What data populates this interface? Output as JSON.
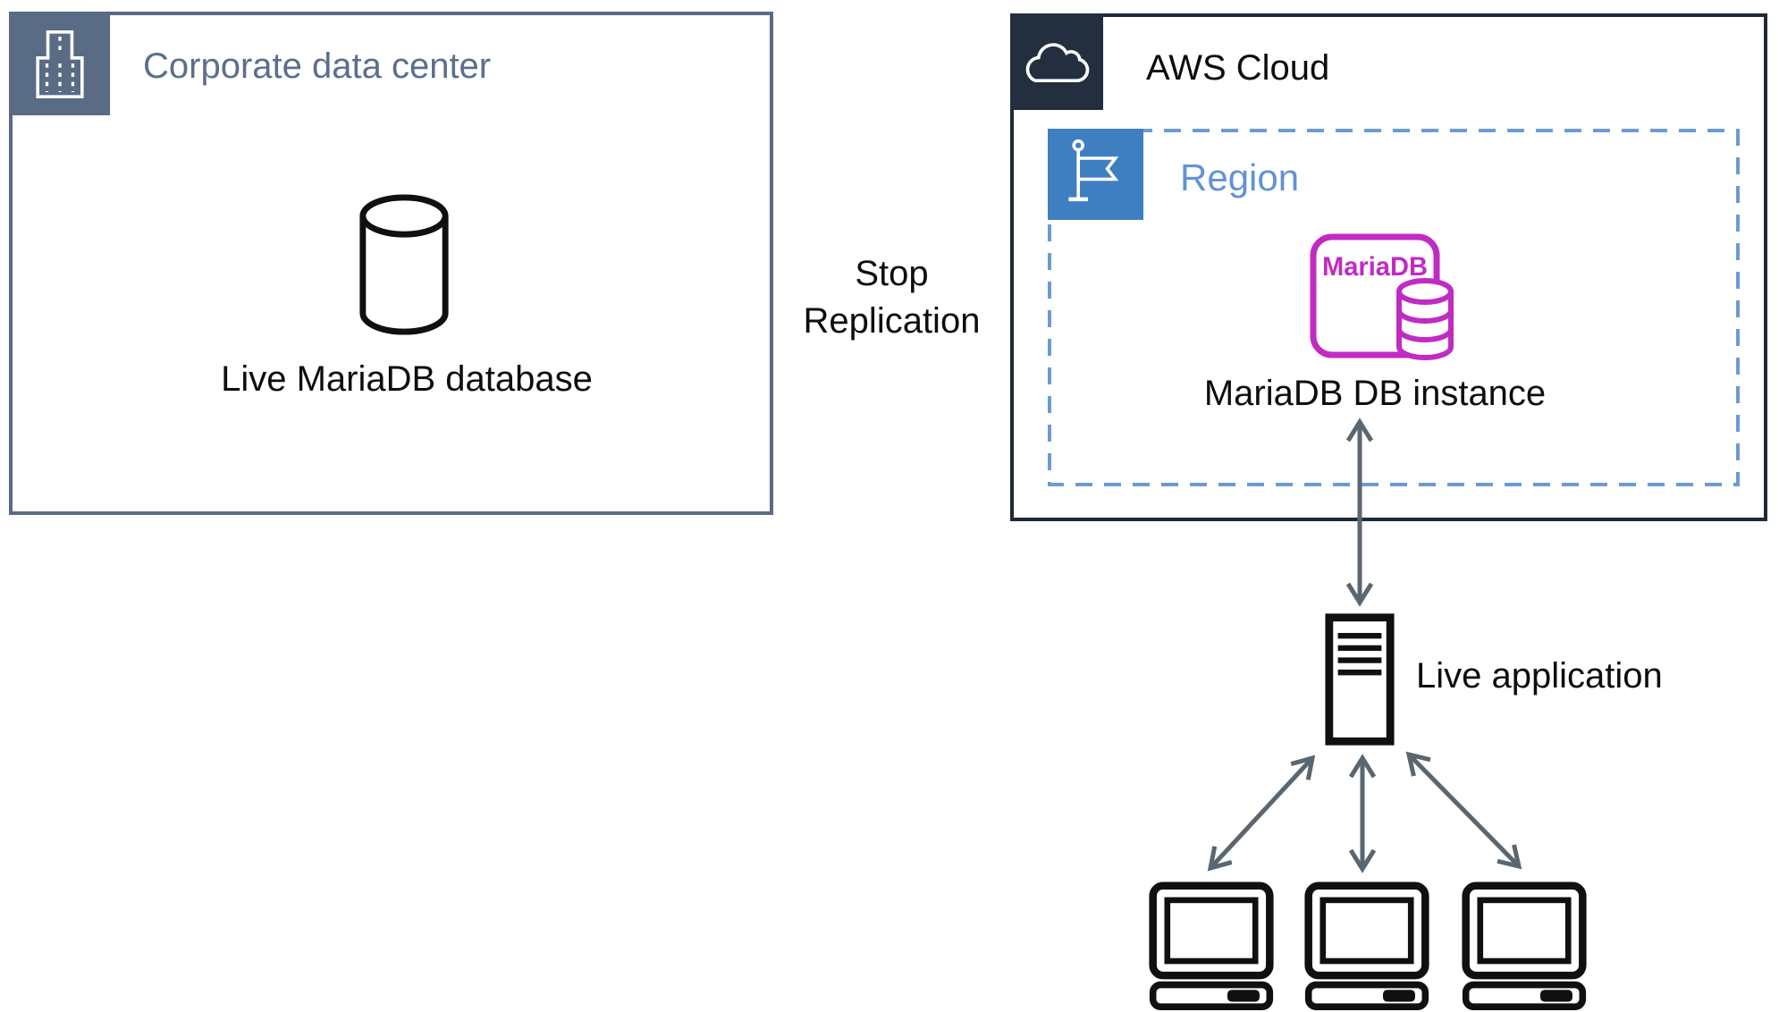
{
  "corporate": {
    "title": "Corporate data center",
    "database_label": "Live MariaDB database"
  },
  "replication": {
    "line1": "Stop",
    "line2": "Replication"
  },
  "aws": {
    "title": "AWS Cloud"
  },
  "region": {
    "title": "Region"
  },
  "mariadb": {
    "logo_text": "MariaDB",
    "instance_label": "MariaDB DB instance"
  },
  "application": {
    "label": "Live application"
  },
  "icons": {
    "corporate": "building-icon",
    "aws": "cloud-icon",
    "region": "flag-icon",
    "database": "database-cylinder-icon",
    "mariadb": "mariadb-engine-icon",
    "application": "server-icon",
    "clients": "desktop-computer-icon"
  },
  "colors": {
    "corporate_slate": "#5a6b85",
    "corporate_title": "#5c6e8c",
    "aws_dark": "#232f3e",
    "region_flag_blue": "#3e7fc1",
    "region_border_blue": "#6c9bd2",
    "region_title_blue": "#6093d6",
    "mariadb_magenta": "#c02bc4",
    "arrow_gray": "#5a6670",
    "text_black": "#0d0d0d"
  }
}
